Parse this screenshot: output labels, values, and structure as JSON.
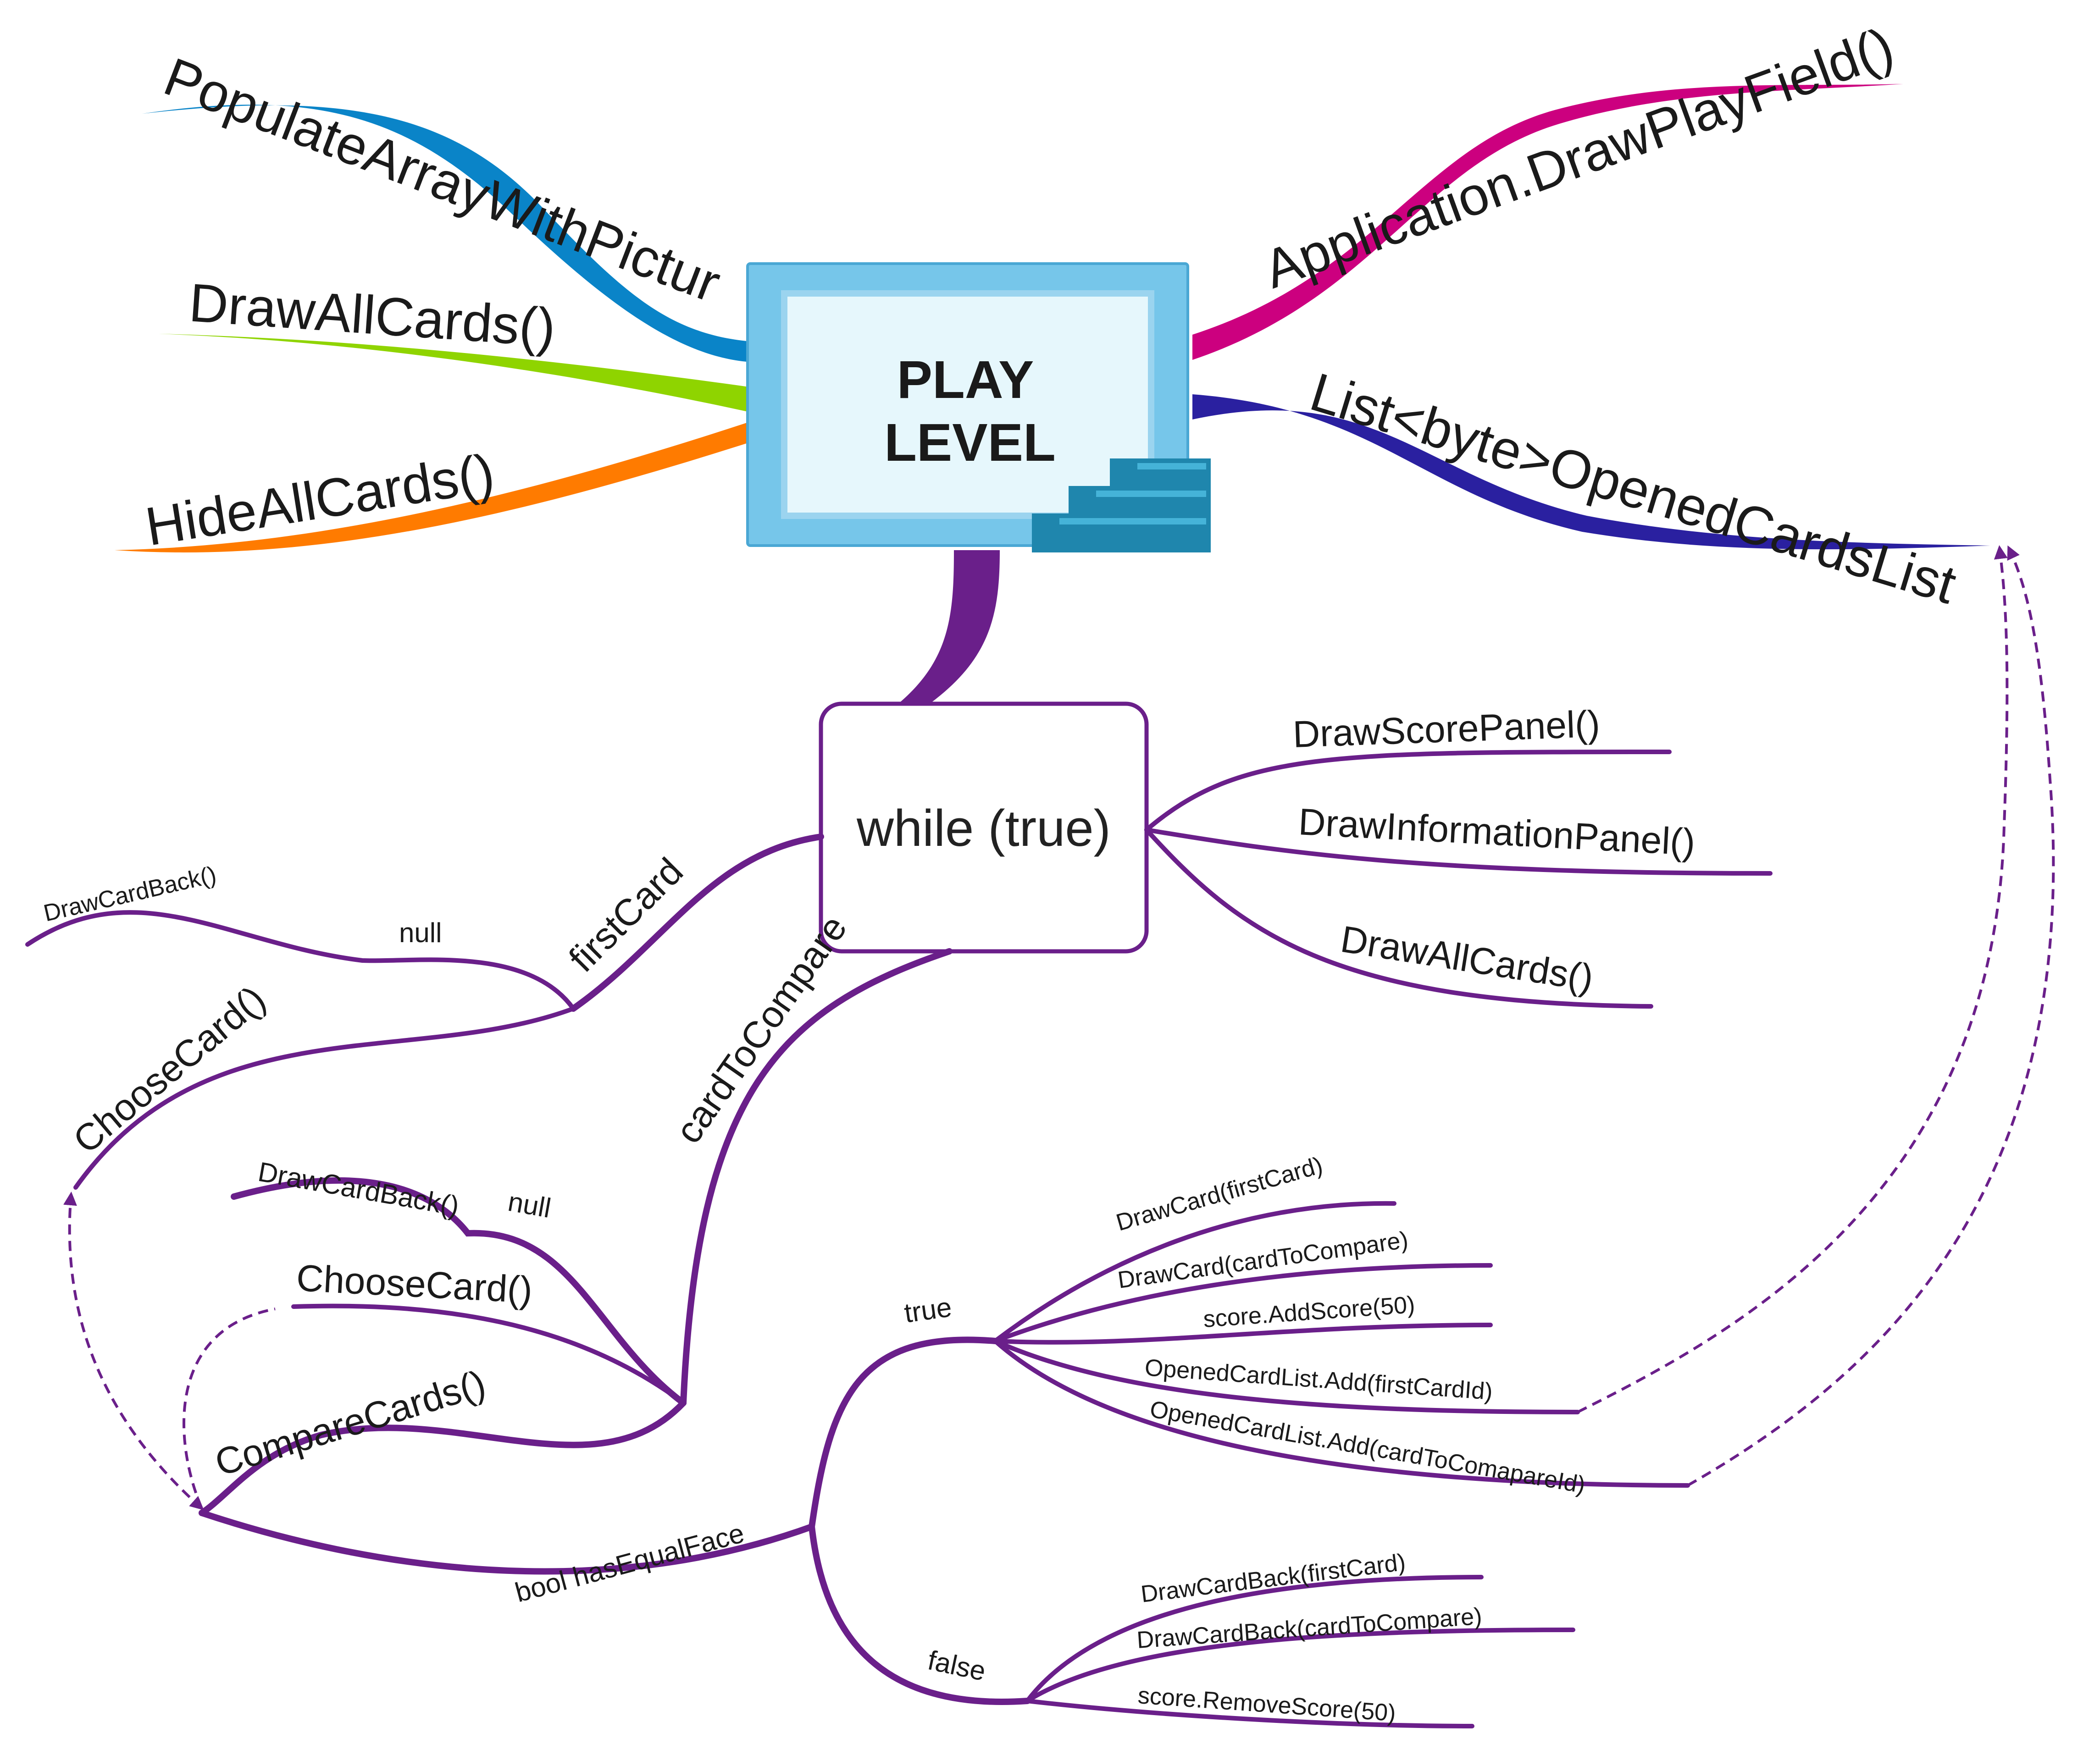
{
  "colors": {
    "populate": "#0a84c8",
    "drawAll": "#8fd400",
    "hideAll": "#ff7b00",
    "application": "#cc007f",
    "list": "#2a20a0",
    "loop": "#6a1f8a",
    "monitor_frame": "#76c6ea",
    "monitor_screen": "#e6f7fc"
  },
  "center": {
    "line1": "PLAY",
    "line2": "LEVEL"
  },
  "top_branches": {
    "populate": "PopulateArrayWithPictur",
    "draw_all_cards": "DrawAllCards()",
    "hide_all_cards": "HideAllCards()",
    "application": "Application.DrawPlayField()",
    "list": "List<byte>OpenedCardsList"
  },
  "loop": {
    "title": "while (true)",
    "right": [
      "DrawScorePanel()",
      "DrawInformationPanel()",
      "DrawAllCards()"
    ],
    "first_card": "firstCard",
    "first_null": "null",
    "first_draw_back": "DrawCardBack()",
    "first_choose": "ChooseCard()",
    "card_to_compare": "cardToCompare",
    "second_draw_back": "DrawCardBack()",
    "second_null": "null",
    "second_choose": "ChooseCard()",
    "compare_cards": "CompareCards()",
    "has_equal_face": "bool hasEqualFace",
    "true_label": "true",
    "false_label": "false",
    "true_branch": [
      "DrawCard(firstCard)",
      "DrawCard(cardToCompare)",
      "score.AddScore(50)",
      "OpenedCardList.Add(firstCardId)",
      "OpenedCardList.Add(cardToComapareId)"
    ],
    "false_branch": [
      "DrawCardBack(firstCard)",
      "DrawCardBack(cardToCompare)",
      "score.RemoveScore(50)"
    ]
  }
}
